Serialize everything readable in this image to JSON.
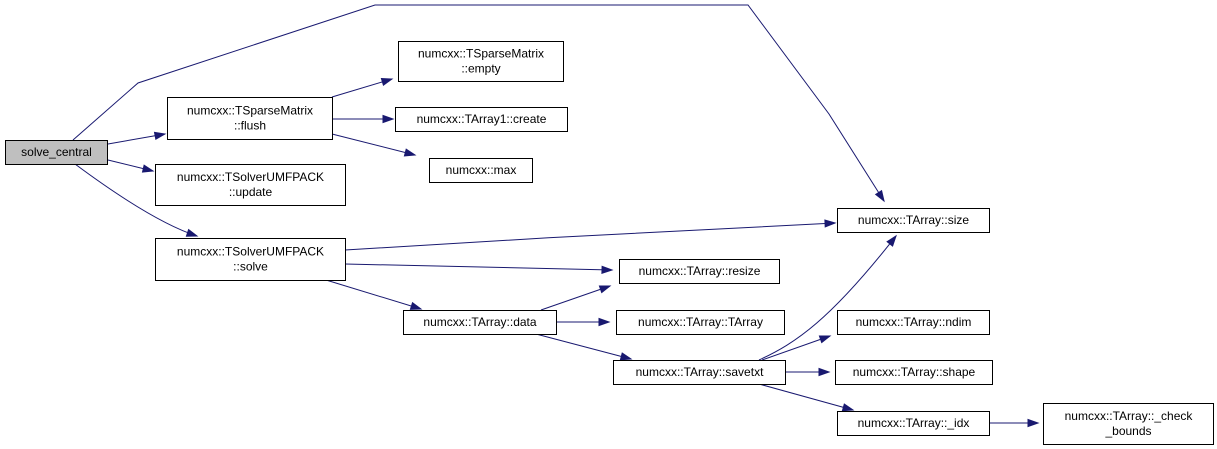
{
  "graph": {
    "edge_color": "#191970",
    "root_fill": "#bfbfbf",
    "nodes": [
      {
        "id": "solve_central",
        "lines": [
          "solve_central"
        ],
        "root": true
      },
      {
        "id": "flush",
        "lines": [
          "numcxx::TSparseMatrix",
          "::flush"
        ]
      },
      {
        "id": "update",
        "lines": [
          "numcxx::TSolverUMFPACK",
          "::update"
        ]
      },
      {
        "id": "solve",
        "lines": [
          "numcxx::TSolverUMFPACK",
          "::solve"
        ]
      },
      {
        "id": "empty",
        "lines": [
          "numcxx::TSparseMatrix",
          "::empty"
        ]
      },
      {
        "id": "create",
        "lines": [
          "numcxx::TArray1::create"
        ]
      },
      {
        "id": "max",
        "lines": [
          "numcxx::max"
        ]
      },
      {
        "id": "size",
        "lines": [
          "numcxx::TArray::size"
        ]
      },
      {
        "id": "resize",
        "lines": [
          "numcxx::TArray::resize"
        ]
      },
      {
        "id": "data",
        "lines": [
          "numcxx::TArray::data"
        ]
      },
      {
        "id": "tarray",
        "lines": [
          "numcxx::TArray::TArray"
        ]
      },
      {
        "id": "savetxt",
        "lines": [
          "numcxx::TArray::savetxt"
        ]
      },
      {
        "id": "ndim",
        "lines": [
          "numcxx::TArray::ndim"
        ]
      },
      {
        "id": "shape",
        "lines": [
          "numcxx::TArray::shape"
        ]
      },
      {
        "id": "idx",
        "lines": [
          "numcxx::TArray::_idx"
        ]
      },
      {
        "id": "check_bounds",
        "lines": [
          "numcxx::TArray::_check",
          "_bounds"
        ]
      }
    ],
    "edges": [
      {
        "from": "solve_central",
        "to": "size"
      },
      {
        "from": "solve_central",
        "to": "flush"
      },
      {
        "from": "solve_central",
        "to": "update"
      },
      {
        "from": "solve_central",
        "to": "solve"
      },
      {
        "from": "flush",
        "to": "empty"
      },
      {
        "from": "flush",
        "to": "create"
      },
      {
        "from": "flush",
        "to": "max"
      },
      {
        "from": "solve",
        "to": "size"
      },
      {
        "from": "solve",
        "to": "resize"
      },
      {
        "from": "solve",
        "to": "data"
      },
      {
        "from": "data",
        "to": "resize"
      },
      {
        "from": "data",
        "to": "tarray"
      },
      {
        "from": "data",
        "to": "savetxt"
      },
      {
        "from": "savetxt",
        "to": "size"
      },
      {
        "from": "savetxt",
        "to": "ndim"
      },
      {
        "from": "savetxt",
        "to": "shape"
      },
      {
        "from": "savetxt",
        "to": "idx"
      },
      {
        "from": "idx",
        "to": "check_bounds"
      }
    ]
  }
}
